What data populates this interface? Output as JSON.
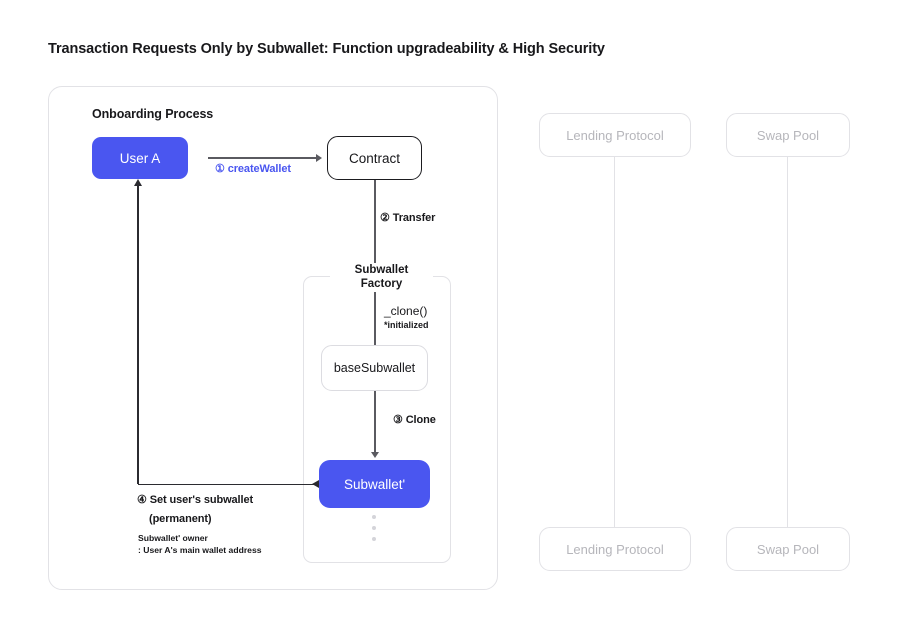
{
  "page": {
    "title": "Transaction Requests Only by Subwallet: Function upgradeability & High Security"
  },
  "onboarding": {
    "panel_title": "Onboarding Process",
    "nodes": {
      "user_a": "User A",
      "contract": "Contract",
      "base_subwallet": "baseSubwallet",
      "subwallet_prime": "Subwallet'"
    },
    "factory": {
      "title_line1": "Subwallet",
      "title_line2": "Factory"
    },
    "edges": {
      "create_wallet": "① createWallet",
      "transfer": "② Transfer",
      "clone_fn": "_clone()",
      "initialized": "*initialized",
      "clone_step": "③ Clone"
    },
    "step4": {
      "line1": "④ Set user's subwallet",
      "line2": "(permanent)",
      "sub_line1": "Subwallet' owner",
      "sub_line2": ": User A's main wallet address"
    }
  },
  "external": {
    "lending_protocol_top": "Lending Protocol",
    "lending_protocol_bottom": "Lending Protocol",
    "swap_pool_top": "Swap Pool",
    "swap_pool_bottom": "Swap Pool"
  },
  "colors": {
    "accent_blue": "#4a56f0",
    "border_light": "#e2e2e6",
    "border_dark": "#1b1b1f",
    "muted_text": "#b6b6bb",
    "line_gray": "#5a5a60"
  }
}
